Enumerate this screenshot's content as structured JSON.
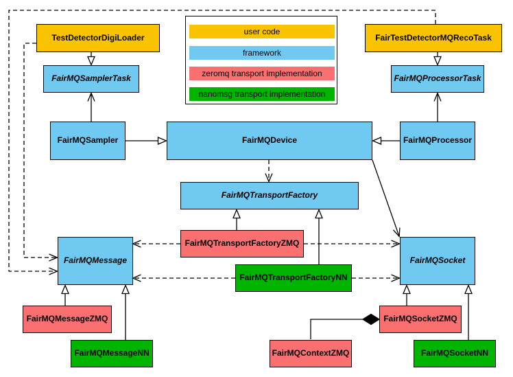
{
  "diagram": {
    "type": "uml-class-diagram",
    "legend": {
      "items": [
        {
          "label": "user code",
          "color": "#f9c300"
        },
        {
          "label": "framework",
          "color": "#70c9f0"
        },
        {
          "label": "zeromq transport implementation",
          "color": "#fa7070"
        },
        {
          "label": "nanomsg transport implementation",
          "color": "#00b400"
        }
      ]
    },
    "nodes": {
      "digi_loader": {
        "label": "TestDetectorDigiLoader",
        "layer": "user code",
        "abstract": false
      },
      "reco_task": {
        "label": "FairTestDetectorMQRecoTask",
        "layer": "user code",
        "abstract": false
      },
      "sampler_task": {
        "label": "FairMQSamplerTask",
        "layer": "framework",
        "abstract": true
      },
      "processor_task": {
        "label": "FairMQProcessorTask",
        "layer": "framework",
        "abstract": true
      },
      "sampler": {
        "label": "FairMQSampler",
        "layer": "framework",
        "abstract": false
      },
      "device": {
        "label": "FairMQDevice",
        "layer": "framework",
        "abstract": false
      },
      "processor": {
        "label": "FairMQProcessor",
        "layer": "framework",
        "abstract": false
      },
      "transport_factory": {
        "label": "FairMQTransportFactory",
        "layer": "framework",
        "abstract": true
      },
      "factory_zmq": {
        "label": "FairMQTransportFactoryZMQ",
        "layer": "zeromq",
        "abstract": false
      },
      "factory_nn": {
        "label": "FairMQTransportFactoryNN",
        "layer": "nanomsg",
        "abstract": false
      },
      "message": {
        "label": "FairMQMessage",
        "layer": "framework",
        "abstract": true
      },
      "socket": {
        "label": "FairMQSocket",
        "layer": "framework",
        "abstract": true
      },
      "message_zmq": {
        "label": "FairMQMessageZMQ",
        "layer": "zeromq",
        "abstract": false
      },
      "message_nn": {
        "label": "FairMQMessageNN",
        "layer": "nanomsg",
        "abstract": false
      },
      "socket_zmq": {
        "label": "FairMQSocketZMQ",
        "layer": "zeromq",
        "abstract": false
      },
      "socket_nn": {
        "label": "FairMQSocketNN",
        "layer": "nanomsg",
        "abstract": false
      },
      "context_zmq": {
        "label": "FairMQContextZMQ",
        "layer": "zeromq",
        "abstract": false
      }
    },
    "edges": [
      {
        "from": "TestDetectorDigiLoader",
        "to": "FairMQSamplerTask",
        "line": "solid",
        "head": "hollow-triangle"
      },
      {
        "from": "FairMQSampler",
        "to": "FairMQSamplerTask",
        "line": "solid",
        "head": "open-arrow"
      },
      {
        "from": "FairTestDetectorMQRecoTask",
        "to": "FairMQProcessorTask",
        "line": "solid",
        "head": "hollow-triangle"
      },
      {
        "from": "FairMQProcessor",
        "to": "FairMQProcessorTask",
        "line": "solid",
        "head": "open-arrow"
      },
      {
        "from": "FairMQSampler",
        "to": "FairMQDevice",
        "line": "solid",
        "head": "hollow-triangle"
      },
      {
        "from": "FairMQProcessor",
        "to": "FairMQDevice",
        "line": "solid",
        "head": "hollow-triangle"
      },
      {
        "from": "FairMQDevice",
        "to": "FairMQTransportFactory",
        "line": "dashed",
        "head": "open-arrow"
      },
      {
        "from": "FairMQDevice",
        "to": "FairMQSocket",
        "line": "solid",
        "head": "open-arrow"
      },
      {
        "from": "FairMQTransportFactoryZMQ",
        "to": "FairMQTransportFactory",
        "line": "solid",
        "head": "hollow-triangle"
      },
      {
        "from": "FairMQTransportFactoryNN",
        "to": "FairMQTransportFactory",
        "line": "solid",
        "head": "hollow-triangle"
      },
      {
        "from": "FairMQTransportFactoryZMQ",
        "to": "FairMQMessage",
        "line": "dashed",
        "head": "open-arrow"
      },
      {
        "from": "FairMQTransportFactoryZMQ",
        "to": "FairMQSocket",
        "line": "dashed",
        "head": "open-arrow"
      },
      {
        "from": "FairMQTransportFactoryNN",
        "to": "FairMQMessage",
        "line": "dashed",
        "head": "open-arrow"
      },
      {
        "from": "FairMQTransportFactoryNN",
        "to": "FairMQSocket",
        "line": "dashed",
        "head": "open-arrow"
      },
      {
        "from": "TestDetectorDigiLoader",
        "to": "FairMQMessage",
        "line": "dashed",
        "head": "open-arrow"
      },
      {
        "from": "FairTestDetectorMQRecoTask",
        "to": "FairMQMessage",
        "line": "dashed",
        "head": "open-arrow"
      },
      {
        "from": "FairMQMessageZMQ",
        "to": "FairMQMessage",
        "line": "solid",
        "head": "hollow-triangle"
      },
      {
        "from": "FairMQMessageNN",
        "to": "FairMQMessage",
        "line": "solid",
        "head": "hollow-triangle"
      },
      {
        "from": "FairMQSocketZMQ",
        "to": "FairMQSocket",
        "line": "solid",
        "head": "hollow-triangle"
      },
      {
        "from": "FairMQSocketNN",
        "to": "FairMQSocket",
        "line": "solid",
        "head": "hollow-triangle"
      },
      {
        "from": "FairMQContextZMQ",
        "to": "FairMQSocketZMQ",
        "line": "solid",
        "head": "filled-diamond"
      }
    ]
  }
}
